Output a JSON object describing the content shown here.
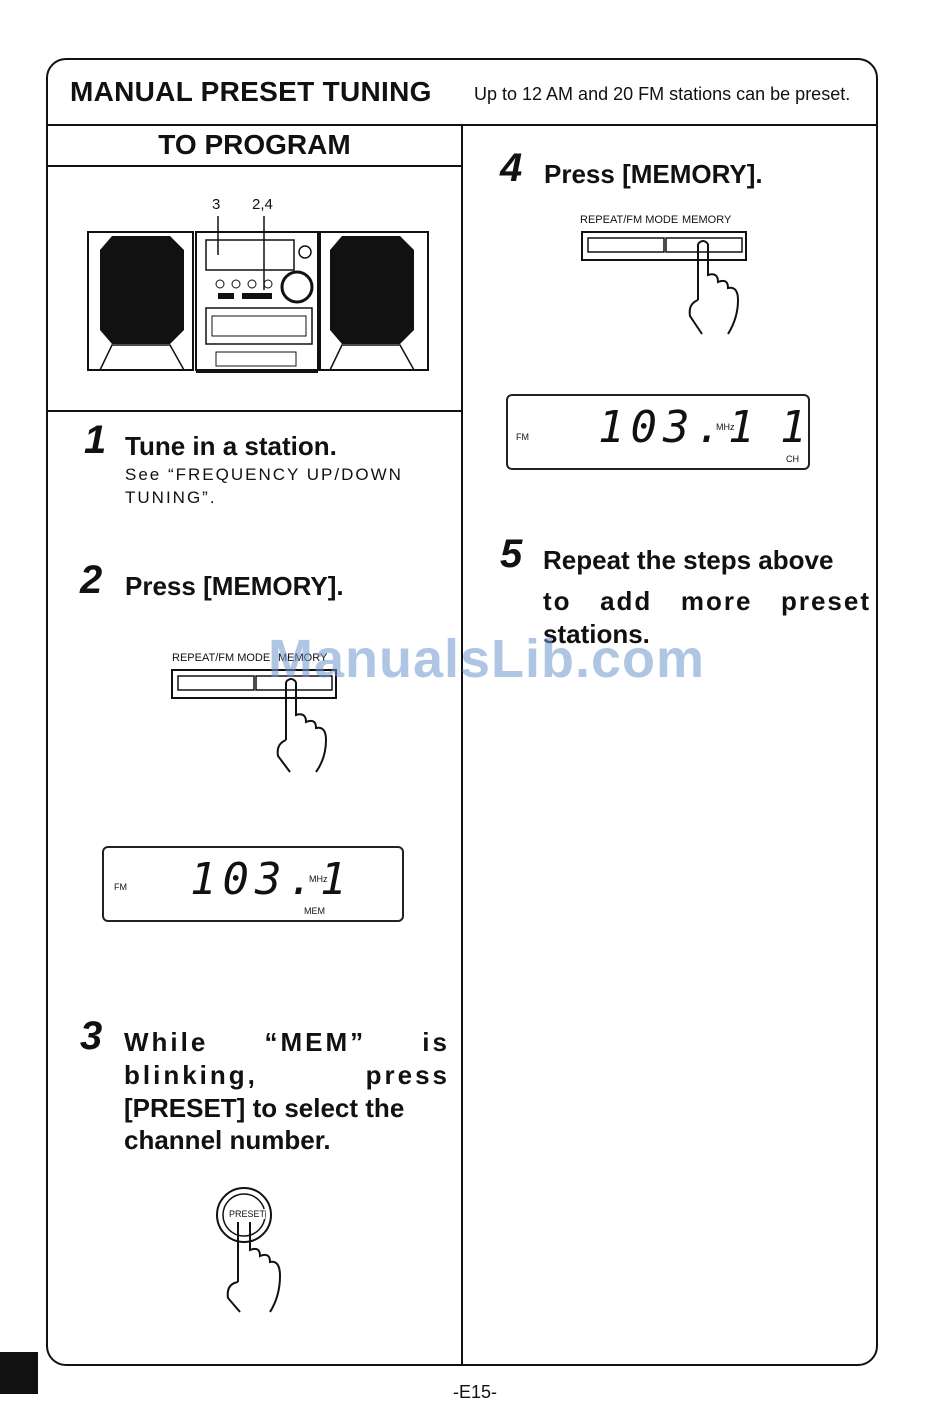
{
  "header": {
    "title": "MANUAL PRESET TUNING",
    "subtitle": "Up to 12 AM and 20 FM stations can be preset."
  },
  "section": {
    "title": "TO PROGRAM"
  },
  "stereo_callouts": {
    "left": "3",
    "right": "2,4"
  },
  "steps": [
    {
      "num": "1",
      "head": "Tune in a station.",
      "sub": "See “FREQUENCY UP/DOWN TUNING”."
    },
    {
      "num": "2",
      "head": "Press [MEMORY]."
    },
    {
      "num": "3",
      "head_line1": "While “MEM” is",
      "head_line2": "blinking, press",
      "head_line3": "[PRESET] to select the",
      "head_line4": "channel number."
    },
    {
      "num": "4",
      "head": "Press [MEMORY]."
    },
    {
      "num": "5",
      "head_line1": "Repeat the steps above",
      "head_line2": "to add more preset",
      "head_line3": "stations."
    }
  ],
  "button_panel": {
    "left_label": "REPEAT/FM MODE",
    "right_label": "MEMORY"
  },
  "display_step2": {
    "band": "FM",
    "frequency": "103.1",
    "unit": "MHz",
    "indicator": "MEM"
  },
  "display_step4": {
    "band": "FM",
    "frequency": "103.1",
    "unit": "MHz",
    "channel": "1",
    "channel_label": "CH"
  },
  "preset_button": {
    "label": "PRESET"
  },
  "watermark": "ManualsLib.com",
  "footer": {
    "page": "-E15-"
  }
}
